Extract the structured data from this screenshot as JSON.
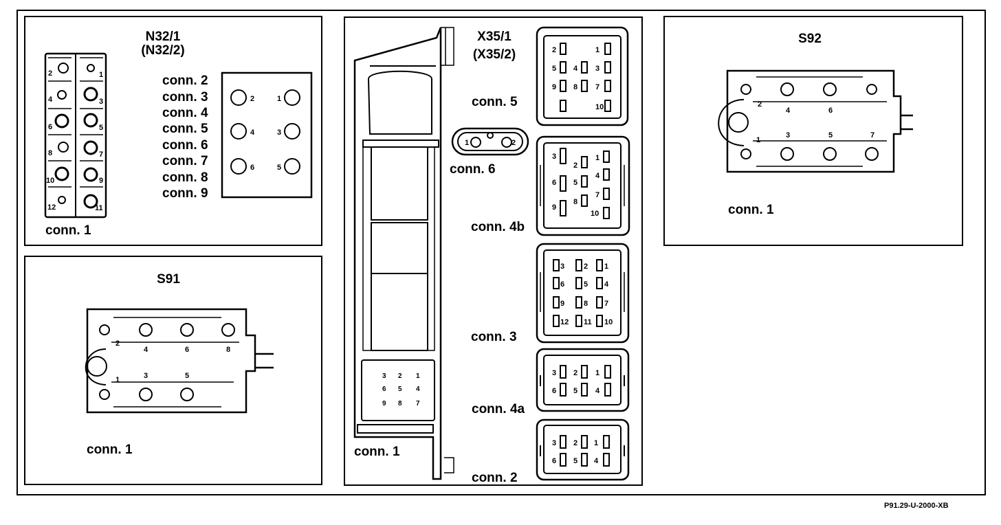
{
  "figure_ref": "P91.29-U-2000-XB",
  "n32": {
    "title": "N32/1",
    "subtitle": "(N32/2)",
    "conn1_label": "conn. 1",
    "conn_list": [
      "conn. 2",
      "conn. 3",
      "conn. 4",
      "conn. 5",
      "conn. 6",
      "conn. 7",
      "conn. 8",
      "conn. 9"
    ],
    "conn1_pins": [
      "1",
      "2",
      "3",
      "4",
      "5",
      "6",
      "7",
      "8",
      "9",
      "10",
      "11",
      "12"
    ],
    "round_pins": [
      "1",
      "2",
      "3",
      "4",
      "5",
      "6"
    ]
  },
  "s91": {
    "title": "S91",
    "conn_label": "conn. 1",
    "pins": [
      "1",
      "2",
      "3",
      "4",
      "5",
      "6",
      "8"
    ]
  },
  "x35": {
    "title": "X35/1",
    "subtitle": "(X35/2)",
    "conn1_label": "conn. 1",
    "conn1_pins": [
      "1",
      "2",
      "3",
      "4",
      "5",
      "6",
      "7",
      "8",
      "9"
    ],
    "conn5_label": "conn. 5",
    "conn5_pins": [
      "1",
      "2",
      "3",
      "4",
      "5",
      "7",
      "8",
      "9",
      "10"
    ],
    "conn6_label": "conn. 6",
    "conn6_pins": [
      "1",
      "2"
    ],
    "conn4b_label": "conn. 4b",
    "conn4b_pins": [
      "1",
      "2",
      "3",
      "4",
      "5",
      "6",
      "7",
      "8",
      "9",
      "10"
    ],
    "conn3_label": "conn. 3",
    "conn3_pins": [
      "1",
      "2",
      "3",
      "4",
      "5",
      "6",
      "7",
      "8",
      "9",
      "10",
      "11",
      "12"
    ],
    "conn4a_label": "conn. 4a",
    "conn4a_pins": [
      "1",
      "2",
      "3",
      "4",
      "5",
      "6"
    ],
    "conn2_label": "conn. 2",
    "conn2_pins": [
      "1",
      "2",
      "3",
      "4",
      "5",
      "6"
    ]
  },
  "s92": {
    "title": "S92",
    "conn_label": "conn. 1",
    "pins": [
      "1",
      "2",
      "3",
      "4",
      "5",
      "6",
      "7"
    ]
  }
}
